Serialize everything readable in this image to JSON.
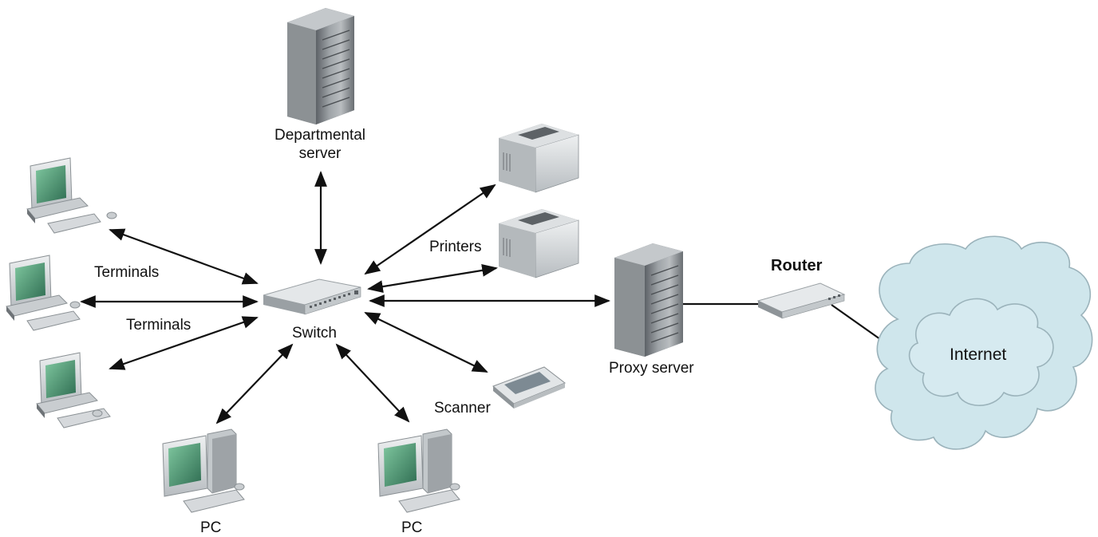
{
  "labels": {
    "departmental_server": "Departmental\nserver",
    "terminals_top": "Terminals",
    "terminals_bottom": "Terminals",
    "switch": "Switch",
    "printers": "Printers",
    "router": "Router",
    "proxy_server": "Proxy server",
    "scanner": "Scanner",
    "internet": "Internet",
    "pc_left": "PC",
    "pc_right": "PC"
  },
  "colors": {
    "line": "#111111",
    "cloud_fill": "#cfe6ec",
    "cloud_stroke": "#9bb3bb",
    "device_light": "#d9dcde",
    "device_dark": "#6e7377",
    "screen": "#3f8a66"
  },
  "icons": [
    "server-icon",
    "switch-icon",
    "printer-icon",
    "scanner-icon",
    "router-icon",
    "terminal-icon",
    "pc-icon",
    "cloud-icon"
  ]
}
